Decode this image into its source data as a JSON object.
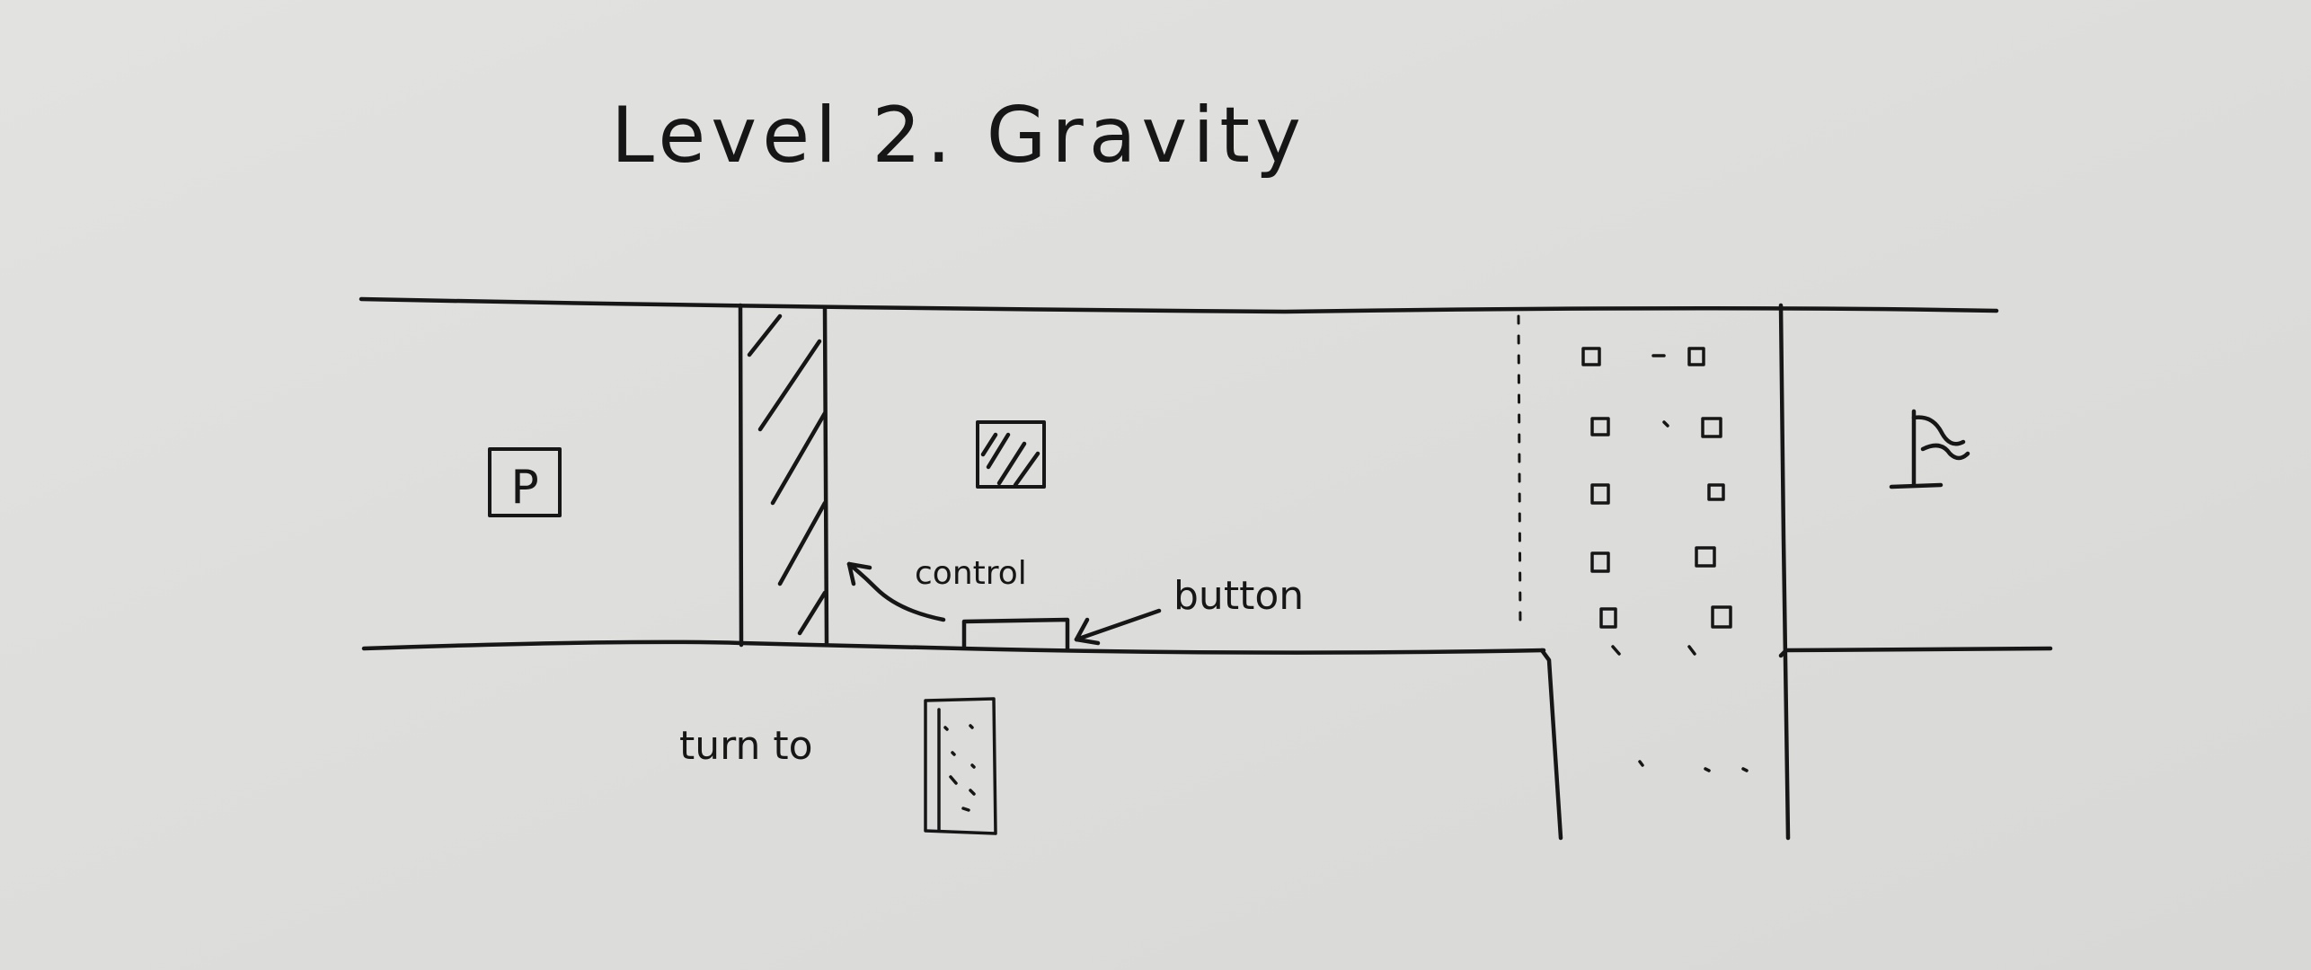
{
  "sketch": {
    "title": "Level 2. Gravity",
    "player_label": "P",
    "control_label": "control",
    "button_label": "button",
    "turn_to_label": "turn to",
    "ink_color": "#161616",
    "paper_color": "#dcdcda",
    "icons": [
      "player-block-icon",
      "gravity-block-icon",
      "goal-flag-icon",
      "falling-blocks-icon",
      "dotted-block-icon"
    ]
  }
}
